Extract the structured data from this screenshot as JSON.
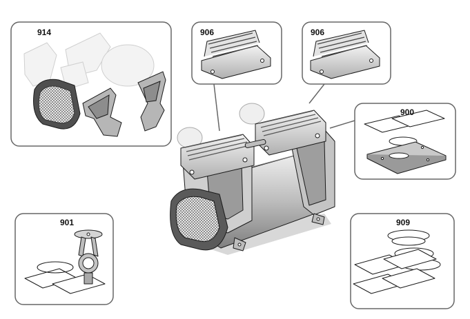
{
  "callouts": [
    {
      "id": "914",
      "label": "914"
    },
    {
      "id": "906a",
      "label": "906"
    },
    {
      "id": "906b",
      "label": "906"
    },
    {
      "id": "900",
      "label": "900"
    },
    {
      "id": "901",
      "label": "901"
    },
    {
      "id": "909",
      "label": "909"
    }
  ],
  "colors": {
    "stroke": "#1a1a1a",
    "frame": "#666666",
    "metal_light": "#d6d6d6",
    "metal_mid": "#a9a9a9",
    "metal_dark": "#6e6e6e",
    "ghost": "#e6e6e6"
  }
}
